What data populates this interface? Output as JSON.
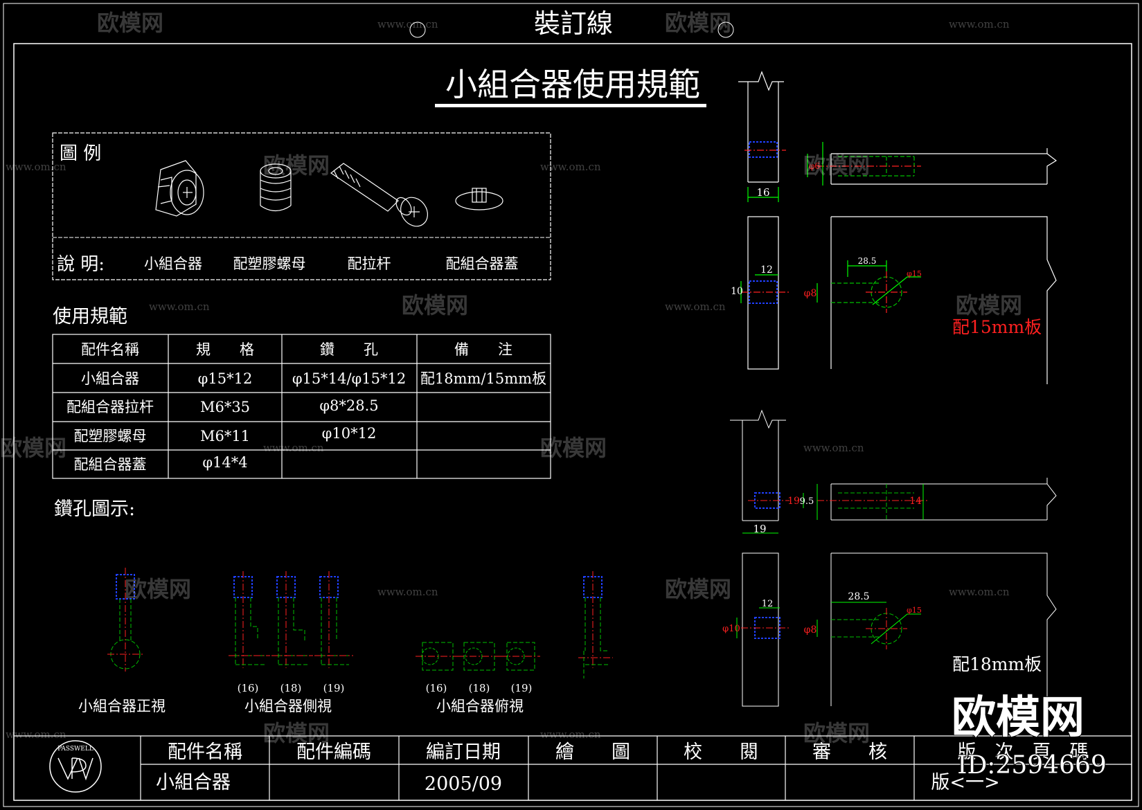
{
  "binding_line": "裝訂線",
  "title": "小組合器使用規範",
  "legend": {
    "heading": "圖 例",
    "explain_label": "說 明:",
    "items": [
      "小組合器",
      "配塑膠螺母",
      "配拉杆",
      "配組合器蓋"
    ]
  },
  "spec_heading": "使用規範",
  "spec_table": {
    "headers": [
      "配件名稱",
      "規　　格",
      "鑽　　孔",
      "備　　注"
    ],
    "rows": [
      [
        "小組合器",
        "φ15*12",
        "φ15*14/φ15*12",
        "配18mm/15mm板"
      ],
      [
        "配組合器拉杆",
        "M6*35",
        "φ8*28.5",
        ""
      ],
      [
        "配塑膠螺母",
        "M6*11",
        "φ10*12",
        ""
      ],
      [
        "配組合器蓋",
        "φ14*4",
        "",
        ""
      ]
    ]
  },
  "drill_heading": "鑽孔圖示:",
  "views": {
    "front": "小組合器正視",
    "side": "小組合器側視",
    "top": "小組合器俯視",
    "sizes": [
      "(16)",
      "(18)",
      "(19)"
    ]
  },
  "right_top": {
    "dims": [
      "16",
      "12",
      "10",
      "28.5",
      "φ15",
      "φ8",
      "φ6"
    ],
    "note": "配15mm板"
  },
  "right_bottom": {
    "dims": [
      "19",
      "19",
      "9.5",
      "14",
      "28.5",
      "12",
      "φ10",
      "φ8",
      "φ15"
    ],
    "note": "配18mm板"
  },
  "title_block": {
    "headers": [
      "配件名稱",
      "配件編碼",
      "編訂日期",
      "繪　　圖",
      "校　　閱",
      "審　　核",
      "版　次　頁　碼"
    ],
    "values": [
      "小組合器",
      "",
      "2005/09",
      "",
      "",
      "",
      "版<一>"
    ],
    "logo_text": "PASSWELL"
  },
  "watermark": {
    "brand": "欧模网",
    "url": "www.om.cn",
    "id": "ID:2594669"
  },
  "colors": {
    "line": "#ffffff",
    "dim": "#00ff00",
    "center": "#ff2020",
    "part": "#2040ff",
    "hidden": "#00c000"
  }
}
